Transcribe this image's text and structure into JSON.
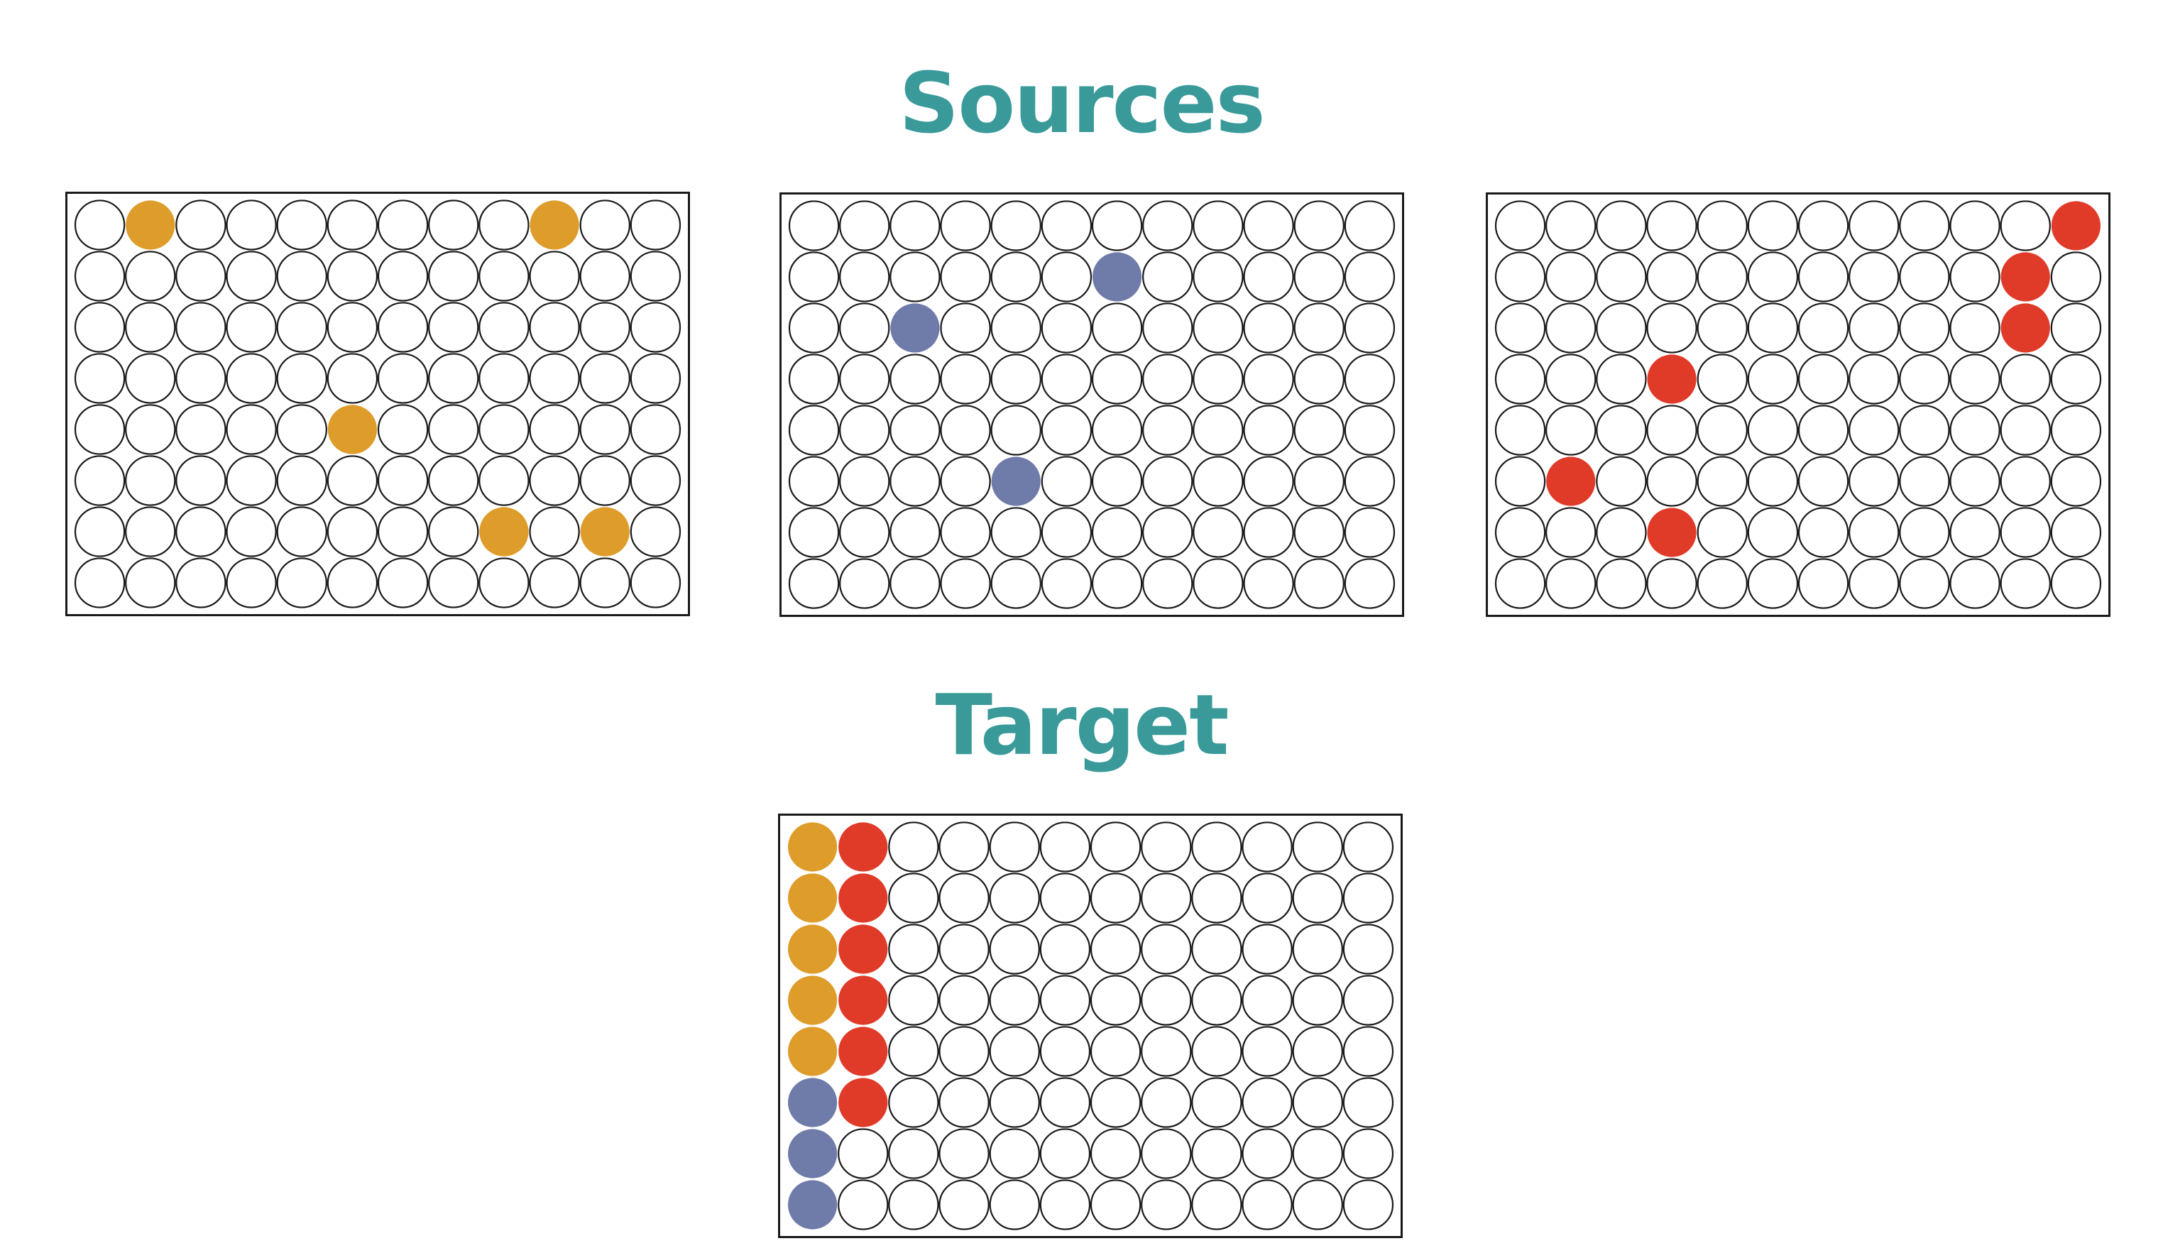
{
  "colors": {
    "heading": "#3a9a9a",
    "empty_well_fill": "#ffffff",
    "well_outline": "#1a1a1a",
    "orange": "#de9c2a",
    "blue": "#6f7ba8",
    "red": "#e03a28"
  },
  "sources": {
    "title": "Sources",
    "plates": [
      {
        "rows": 8,
        "cols": 12,
        "filled": [
          {
            "row": 1,
            "col": 2,
            "color": "orange"
          },
          {
            "row": 1,
            "col": 10,
            "color": "orange"
          },
          {
            "row": 5,
            "col": 6,
            "color": "orange"
          },
          {
            "row": 7,
            "col": 9,
            "color": "orange"
          },
          {
            "row": 7,
            "col": 11,
            "color": "orange"
          }
        ]
      },
      {
        "rows": 8,
        "cols": 12,
        "filled": [
          {
            "row": 2,
            "col": 7,
            "color": "blue"
          },
          {
            "row": 3,
            "col": 3,
            "color": "blue"
          },
          {
            "row": 6,
            "col": 5,
            "color": "blue"
          }
        ]
      },
      {
        "rows": 8,
        "cols": 12,
        "filled": [
          {
            "row": 1,
            "col": 12,
            "color": "red"
          },
          {
            "row": 2,
            "col": 11,
            "color": "red"
          },
          {
            "row": 3,
            "col": 11,
            "color": "red"
          },
          {
            "row": 4,
            "col": 4,
            "color": "red"
          },
          {
            "row": 6,
            "col": 2,
            "color": "red"
          },
          {
            "row": 7,
            "col": 4,
            "color": "red"
          }
        ]
      }
    ]
  },
  "target": {
    "title": "Target",
    "plate": {
      "rows": 8,
      "cols": 12,
      "filled": [
        {
          "row": 1,
          "col": 1,
          "color": "orange"
        },
        {
          "row": 2,
          "col": 1,
          "color": "orange"
        },
        {
          "row": 3,
          "col": 1,
          "color": "orange"
        },
        {
          "row": 4,
          "col": 1,
          "color": "orange"
        },
        {
          "row": 5,
          "col": 1,
          "color": "orange"
        },
        {
          "row": 6,
          "col": 1,
          "color": "blue"
        },
        {
          "row": 7,
          "col": 1,
          "color": "blue"
        },
        {
          "row": 8,
          "col": 1,
          "color": "blue"
        },
        {
          "row": 1,
          "col": 2,
          "color": "red"
        },
        {
          "row": 2,
          "col": 2,
          "color": "red"
        },
        {
          "row": 3,
          "col": 2,
          "color": "red"
        },
        {
          "row": 4,
          "col": 2,
          "color": "red"
        },
        {
          "row": 5,
          "col": 2,
          "color": "red"
        },
        {
          "row": 6,
          "col": 2,
          "color": "red"
        }
      ]
    }
  }
}
